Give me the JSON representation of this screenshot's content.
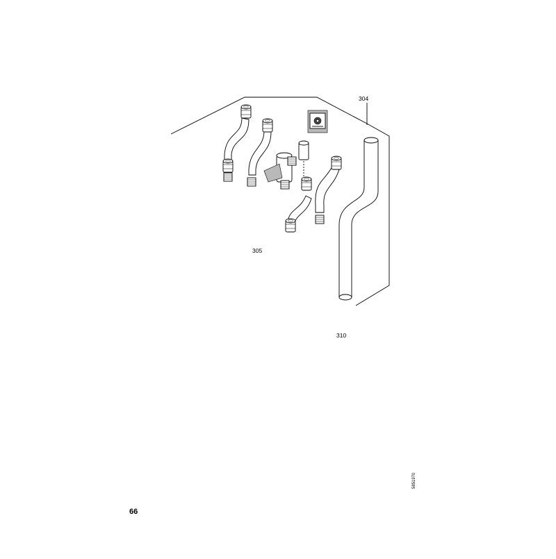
{
  "callouts": {
    "kit_304": "304",
    "kit_305": "305",
    "kit_310": "310"
  },
  "page_number": "66",
  "drawing_code": "5851970",
  "colors": {
    "line": "#000000",
    "shade": "#b9b9b9",
    "paper": "#ffffff"
  }
}
